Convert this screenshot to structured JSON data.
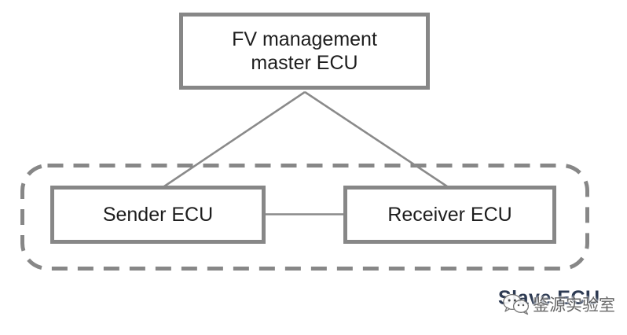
{
  "diagram": {
    "title_node": {
      "label": "FV management\nmaster ECU",
      "name": "fv-management-master-ecu"
    },
    "nodes": [
      {
        "id": "sender",
        "label": "Sender ECU"
      },
      {
        "id": "receiver",
        "label": "Receiver ECU"
      }
    ],
    "group": {
      "label": "Slave ECU",
      "style": "dashed-rounded-rectangle"
    },
    "connections": [
      {
        "from": "FV management master ECU",
        "to": "Sender ECU",
        "style": "solid-line"
      },
      {
        "from": "FV management master ECU",
        "to": "Receiver ECU",
        "style": "solid-line"
      },
      {
        "from": "Sender ECU",
        "to": "Receiver ECU",
        "style": "solid-line"
      }
    ],
    "colors": {
      "box_border": "#878787",
      "group_border": "#878787",
      "connector": "#8a8a8a",
      "background": "#ffffff",
      "text": "#1d1d1d",
      "group_label_text": "#2d3a52"
    }
  },
  "watermark": {
    "text": "鉴源实验室",
    "icon": "wechat-icon"
  }
}
